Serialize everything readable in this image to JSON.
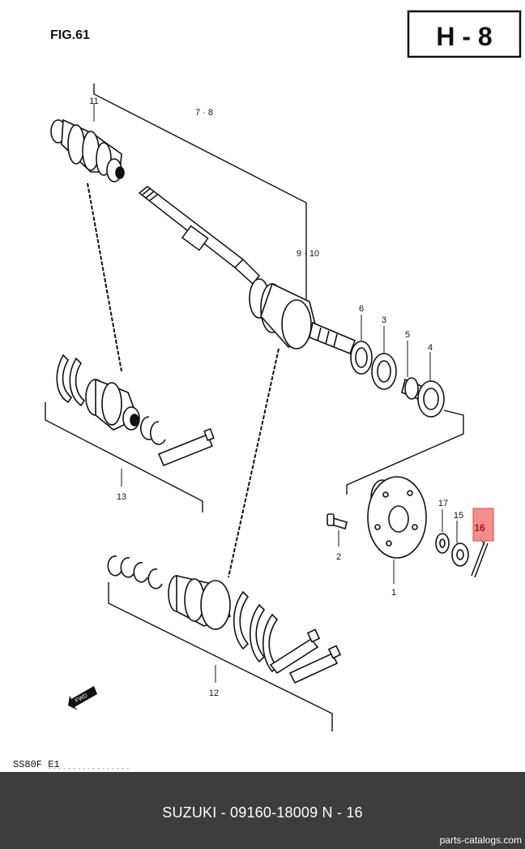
{
  "header": {
    "figure": "FIG.61",
    "section": "H - 8"
  },
  "labels": {
    "p11": "11",
    "p78": "7 · 8",
    "p910": "9 · 10",
    "p6": "6",
    "p3": "3",
    "p5": "5",
    "p4": "4",
    "p13": "13",
    "p17": "17",
    "p15": "15",
    "p16": "16",
    "p2": "2",
    "p1": "1",
    "p12": "12"
  },
  "fwd_label": "FWD",
  "model_code": "SS80F E1",
  "highlight": {
    "part": "16",
    "color": "#f07a7a"
  },
  "footer": {
    "title": "SUZUKI - 09160-18009   N - 16",
    "site": "parts-catalogs.com"
  }
}
